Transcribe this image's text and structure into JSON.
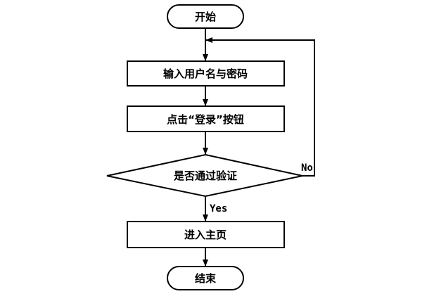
{
  "diagram": {
    "nodes": {
      "start": "开始",
      "input": "输入用户名与密码",
      "click_login": "点击“登录”按钮",
      "verify": "是否通过验证",
      "home": "进入主页",
      "end": "结束"
    },
    "edges": {
      "yes": "Yes",
      "no": "No"
    }
  }
}
